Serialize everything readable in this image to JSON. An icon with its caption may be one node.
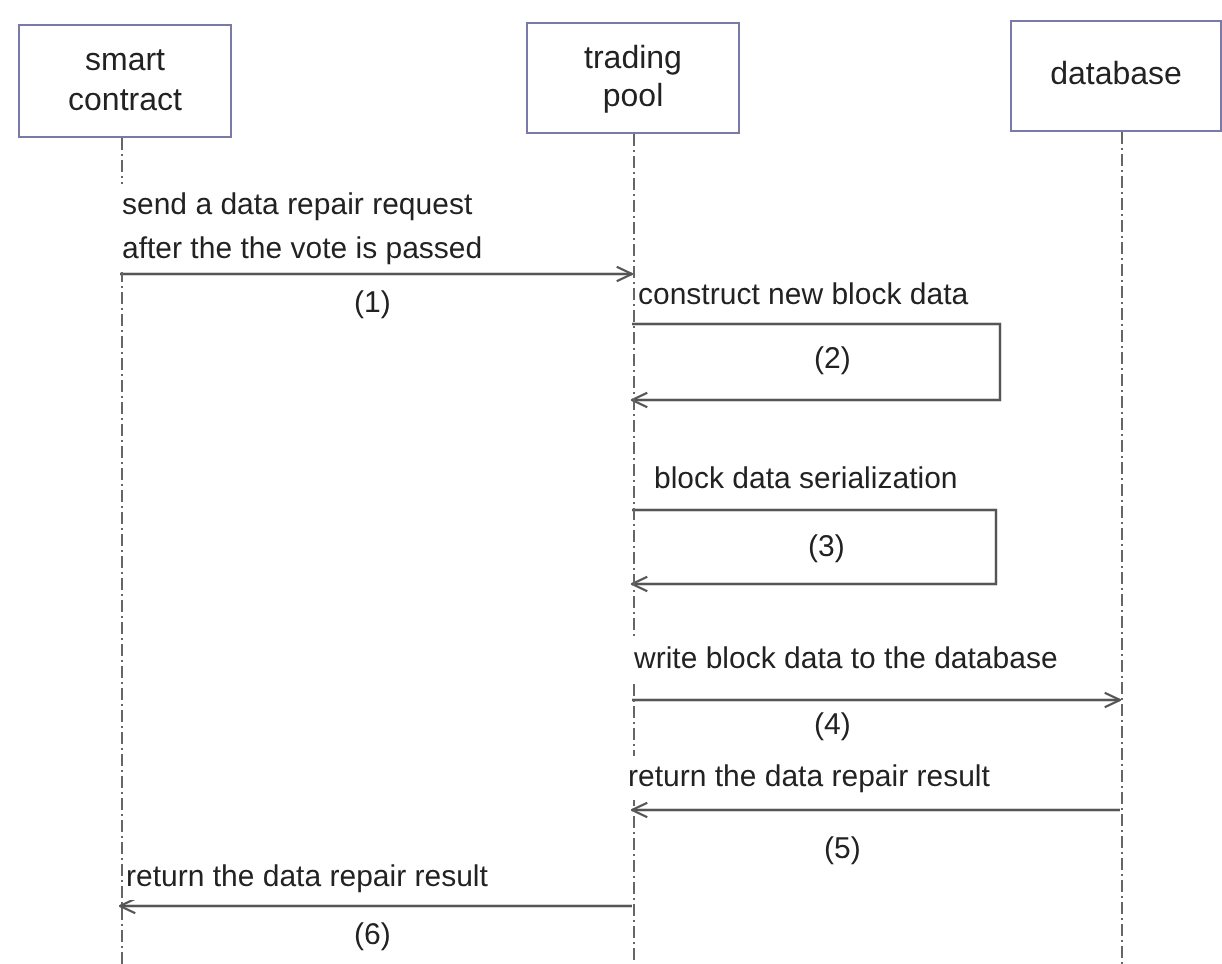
{
  "diagram": {
    "nodes": [
      {
        "text": [
          "smart contract"
        ]
      },
      {
        "text": [
          "trading pool"
        ]
      },
      {
        "text": [
          "database"
        ]
      }
    ],
    "edges": [
      {
        "from": 0,
        "to": 1,
        "arrow": "to",
        "label": "send a data repair request after the the vote is passed"
      },
      {
        "from": 1,
        "to": 1,
        "arrow": "to",
        "label": "construct new block data"
      },
      {
        "from": 1,
        "to": 1,
        "arrow": "to",
        "label": "block data serialization"
      },
      {
        "from": 1,
        "to": 2,
        "arrow": "to",
        "label": "write block data to the database"
      },
      {
        "from": 2,
        "to": 1,
        "arrow": "to",
        "label": "return the data repair result"
      },
      {
        "from": 1,
        "to": 0,
        "arrow": "to",
        "label": "return the data repair result"
      }
    ],
    "labels": [
      "(1)",
      "(2)",
      "(3)",
      "(4)",
      "(5)",
      "(6)"
    ]
  }
}
